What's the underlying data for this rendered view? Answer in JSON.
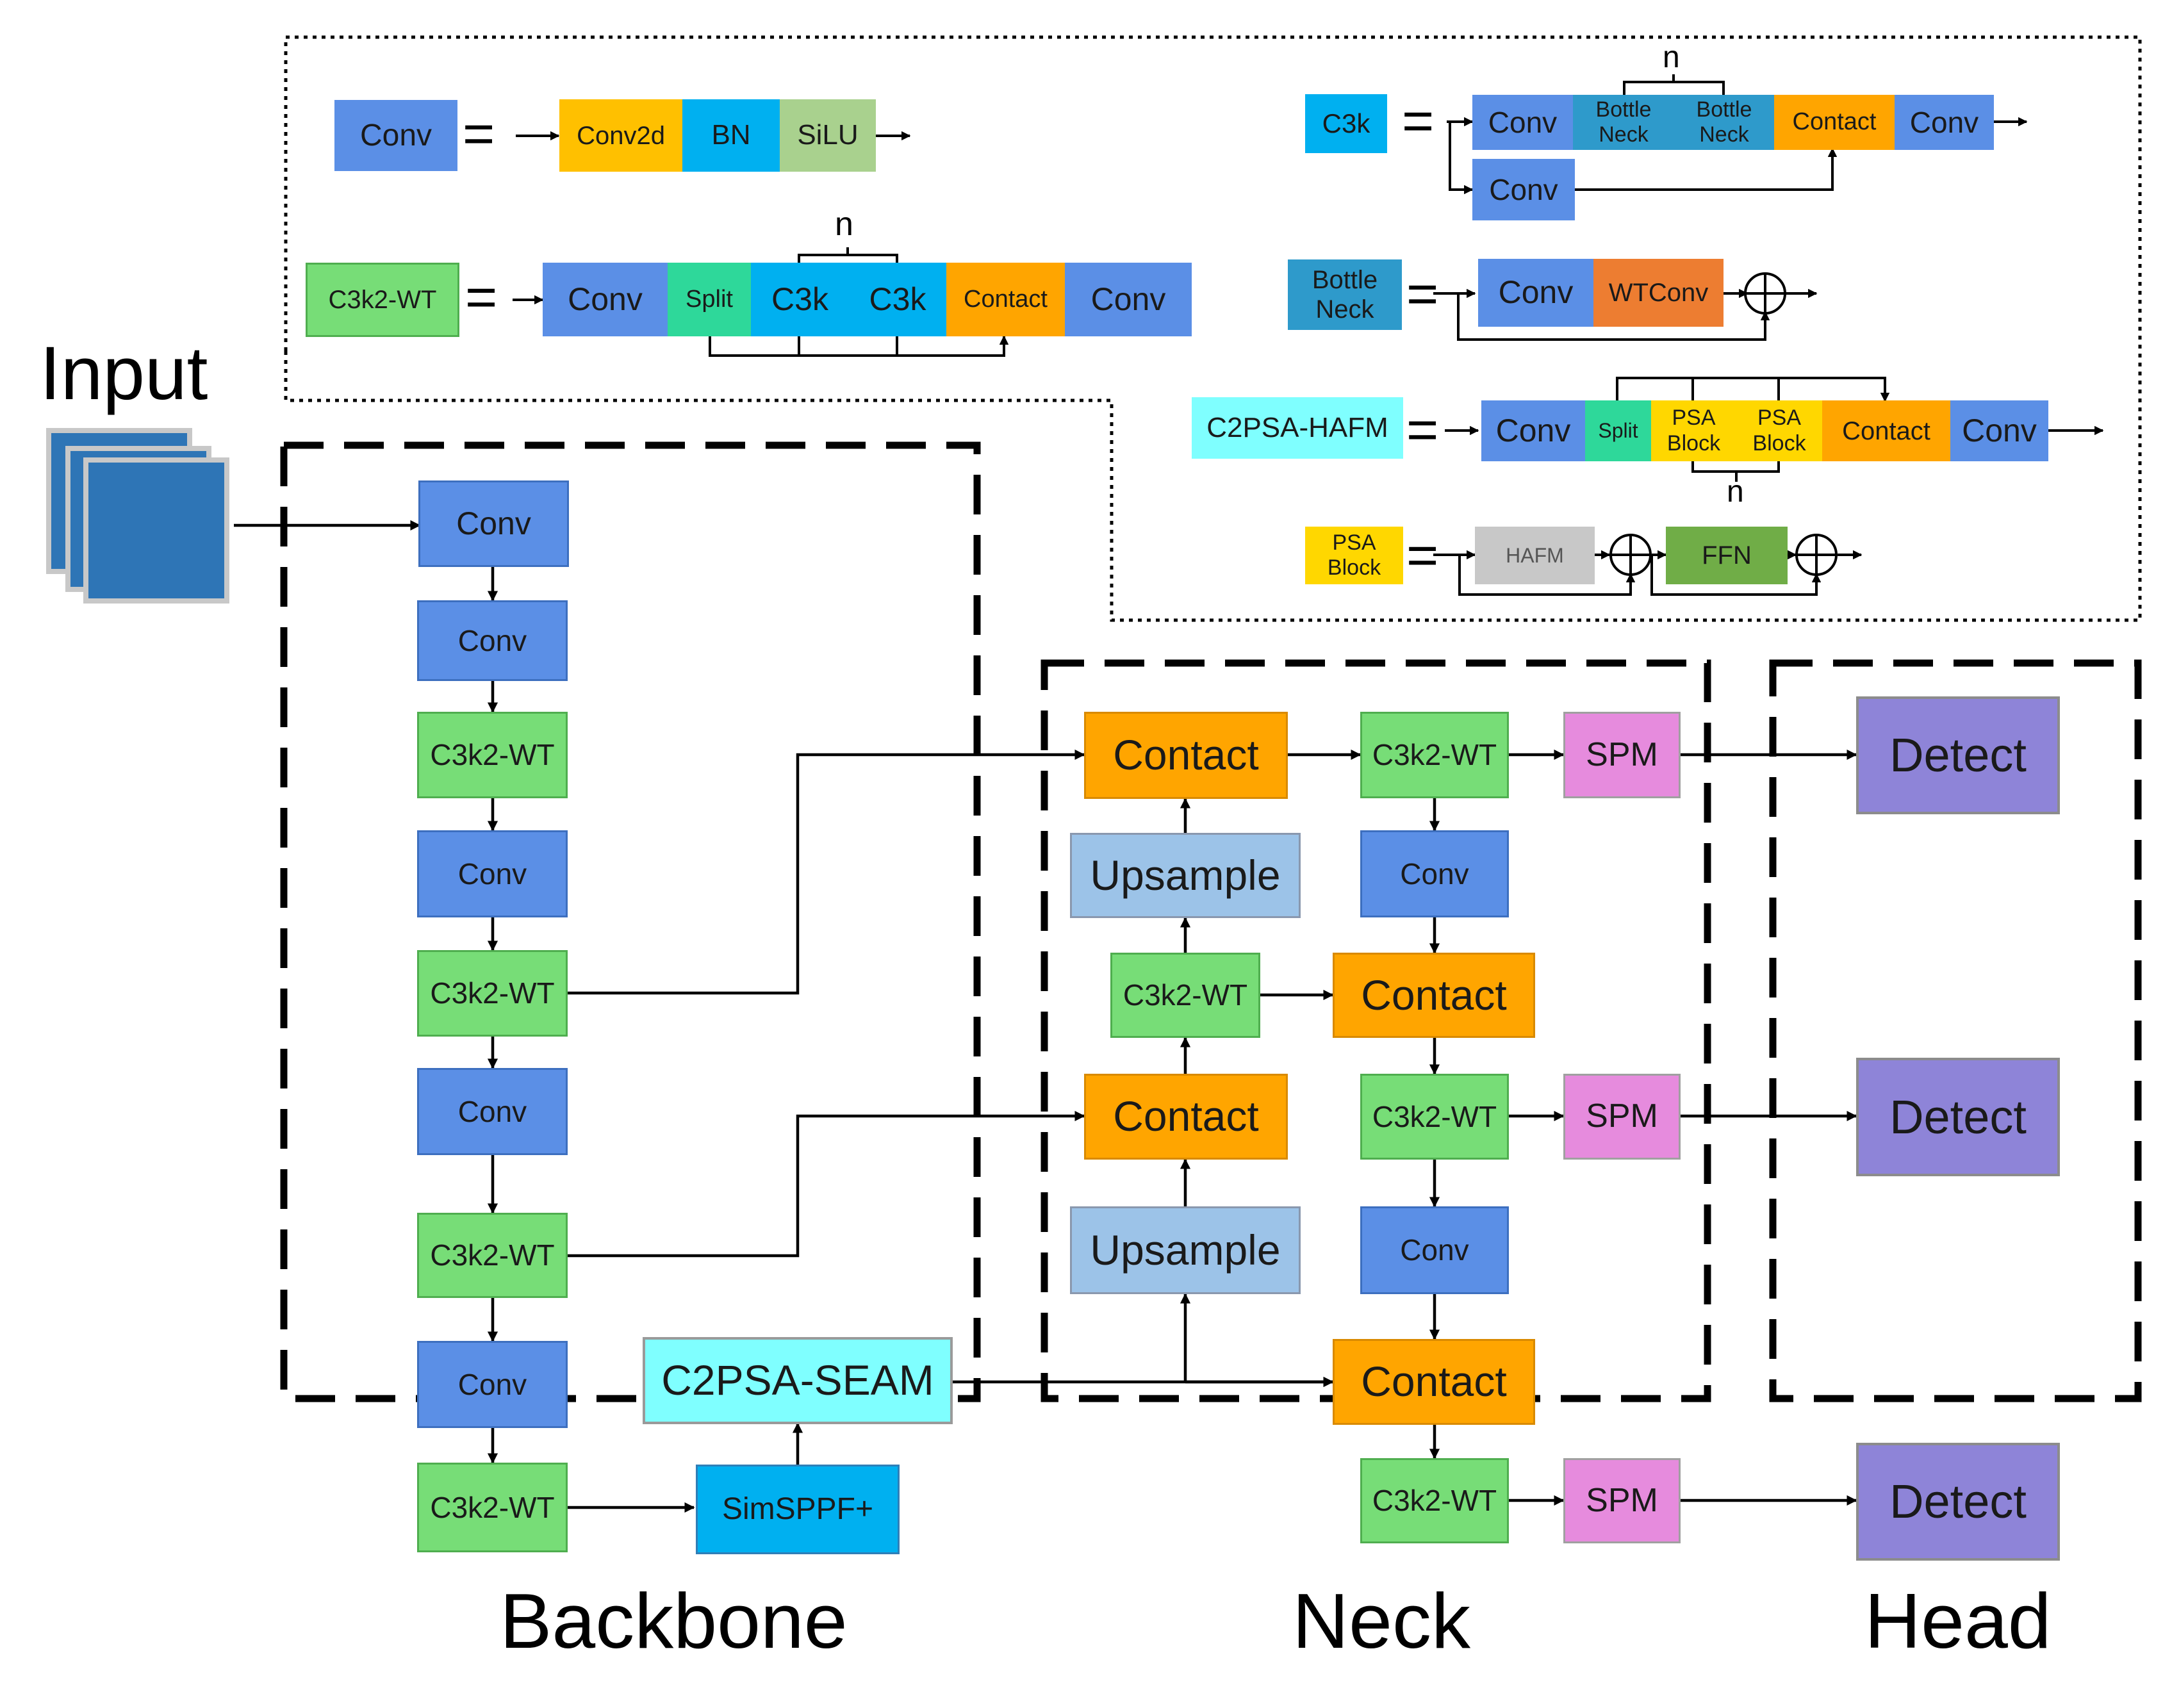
{
  "colors": {
    "conv": "#5B8FE6",
    "c3k2_wt": "#77DD77",
    "contact": "#FFA500",
    "upsample": "#9CC3E8",
    "spm": "#E68BDD",
    "detect": "#8E84D8",
    "simsppf": "#00B0F0",
    "c2psa_seam": "#7FFFFF",
    "input": "#2E75B6"
  },
  "legend": {
    "equals": "=",
    "n": "n",
    "conv_def": {
      "name": "Conv",
      "parts": [
        "Conv2d",
        "BN",
        "SiLU"
      ]
    },
    "c3k2_def": {
      "name": "C3k2-WT",
      "parts": [
        "Conv",
        "Split",
        "C3k",
        "C3k",
        "Contact",
        "Conv"
      ]
    },
    "c3k_def": {
      "name": "C3k",
      "parts": [
        "Conv",
        "Bottle\nNeck",
        "Bottle\nNeck",
        "Contact",
        "Conv",
        "Conv"
      ]
    },
    "bottleneck_def": {
      "name": "Bottle\nNeck",
      "parts": [
        "Conv",
        "WTConv"
      ]
    },
    "c2psa_def": {
      "name": "C2PSA-HAFM",
      "parts": [
        "Conv",
        "Split",
        "PSA\nBlock",
        "PSA\nBlock",
        "Contact",
        "Conv"
      ]
    },
    "psa_def": {
      "name": "PSA\nBlock",
      "parts": [
        "HAFM",
        "FFN"
      ]
    }
  },
  "input_label": "Input",
  "backbone": {
    "title": "Backbone",
    "blocks": [
      "Conv",
      "Conv",
      "C3k2-WT",
      "Conv",
      "C3k2-WT",
      "Conv",
      "C3k2-WT",
      "Conv",
      "C3k2-WT"
    ],
    "sppf": "SimSPPF+",
    "seam": "C2PSA-SEAM"
  },
  "neck": {
    "title": "Neck",
    "contact": "Contact",
    "upsample": "Upsample",
    "c3k2": "C3k2-WT",
    "conv": "Conv",
    "spm": "SPM"
  },
  "head": {
    "title": "Head",
    "detect": "Detect"
  }
}
